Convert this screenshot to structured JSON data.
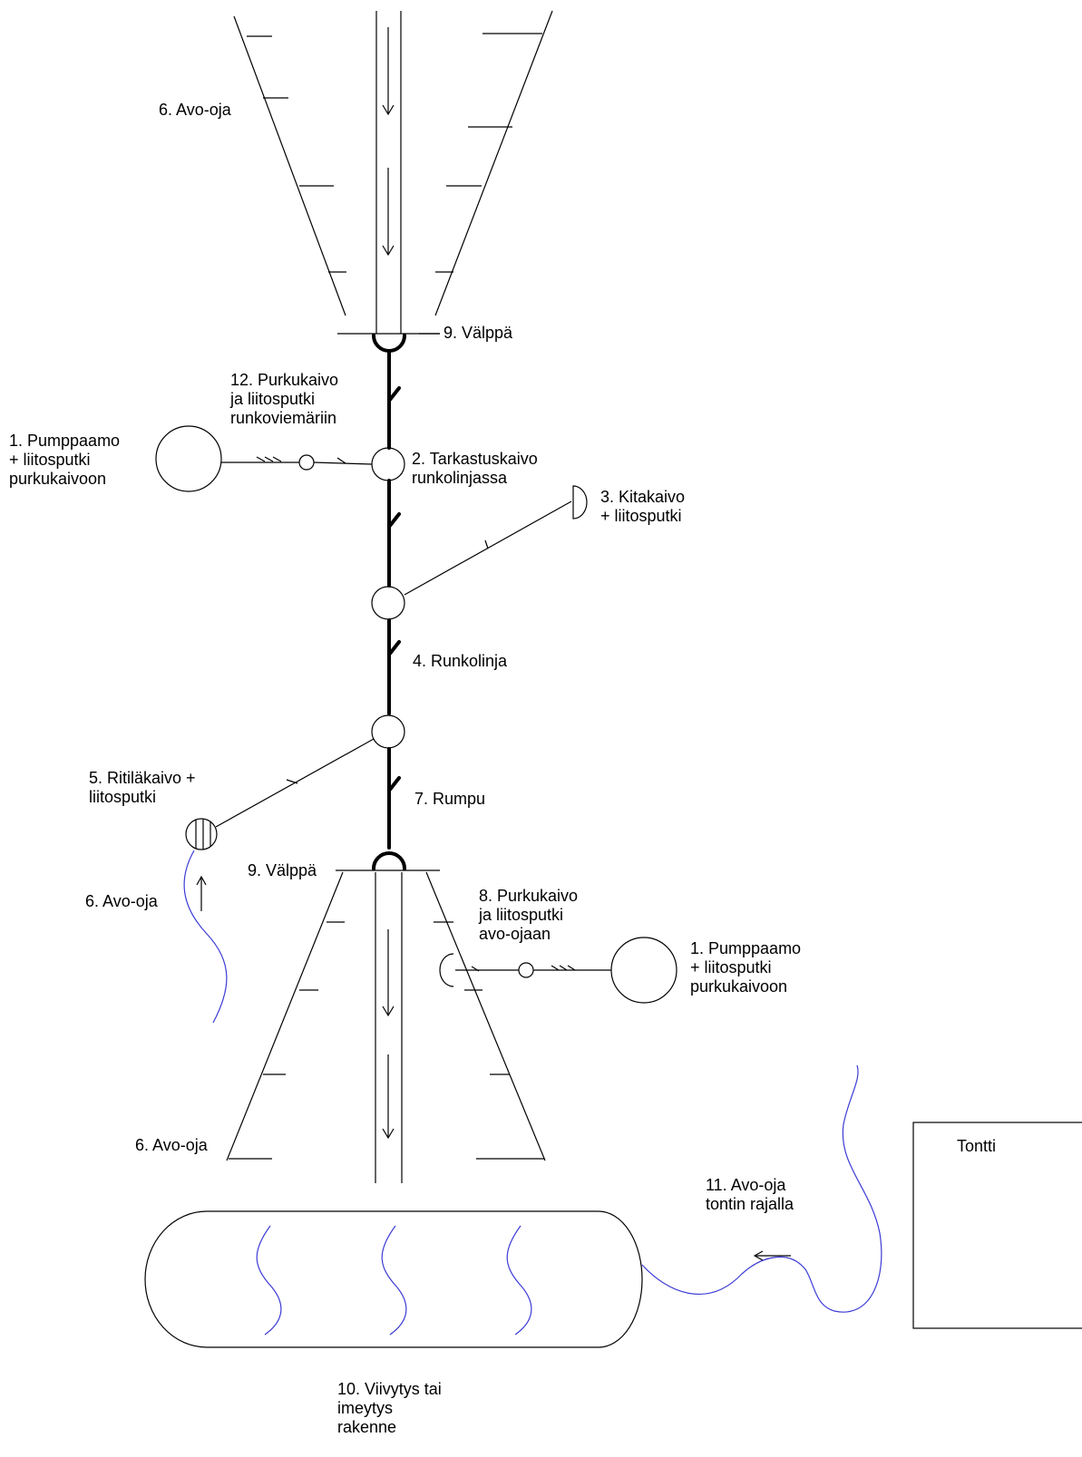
{
  "labels": {
    "avo_oja_top": "6. Avo-oja",
    "valppa_top": "9. Välppä",
    "purkukaivo_12": [
      "12. Purkukaivo",
      "ja liitosputki",
      "runkoviemäriin"
    ],
    "pumppaamo_left": [
      "1. Pumppaamo",
      "+ liitosputki",
      "purkukaivoon"
    ],
    "tarkastuskaivo": [
      "2. Tarkastuskaivo",
      "runkolinjassa"
    ],
    "kitakaivo": [
      "3. Kitakaivo",
      "+ liitosputki"
    ],
    "runkolinja": "4. Runkolinja",
    "ritilakaivo": [
      "5. Ritiläkaivo +",
      "liitosputki"
    ],
    "rumpu": "7. Rumpu",
    "valppa_bottom": "9. Välppä",
    "avo_oja_left": "6. Avo-oja",
    "purkukaivo_8": [
      "8. Purkukaivo",
      "ja liitosputki",
      "avo-ojaan"
    ],
    "pumppaamo_right": [
      "1. Pumppaamo",
      "+ liitosputki",
      "purkukaivoon"
    ],
    "avo_oja_bottom": "6. Avo-oja",
    "avo_oja_tontti": [
      "11. Avo-oja",
      "tontin rajalla"
    ],
    "tontti": "Tontti",
    "viivytys": [
      "10. Viivytys tai",
      "imeytys",
      "rakenne"
    ]
  },
  "colors": {
    "line": "#000000",
    "water": "#3b3bd6"
  }
}
